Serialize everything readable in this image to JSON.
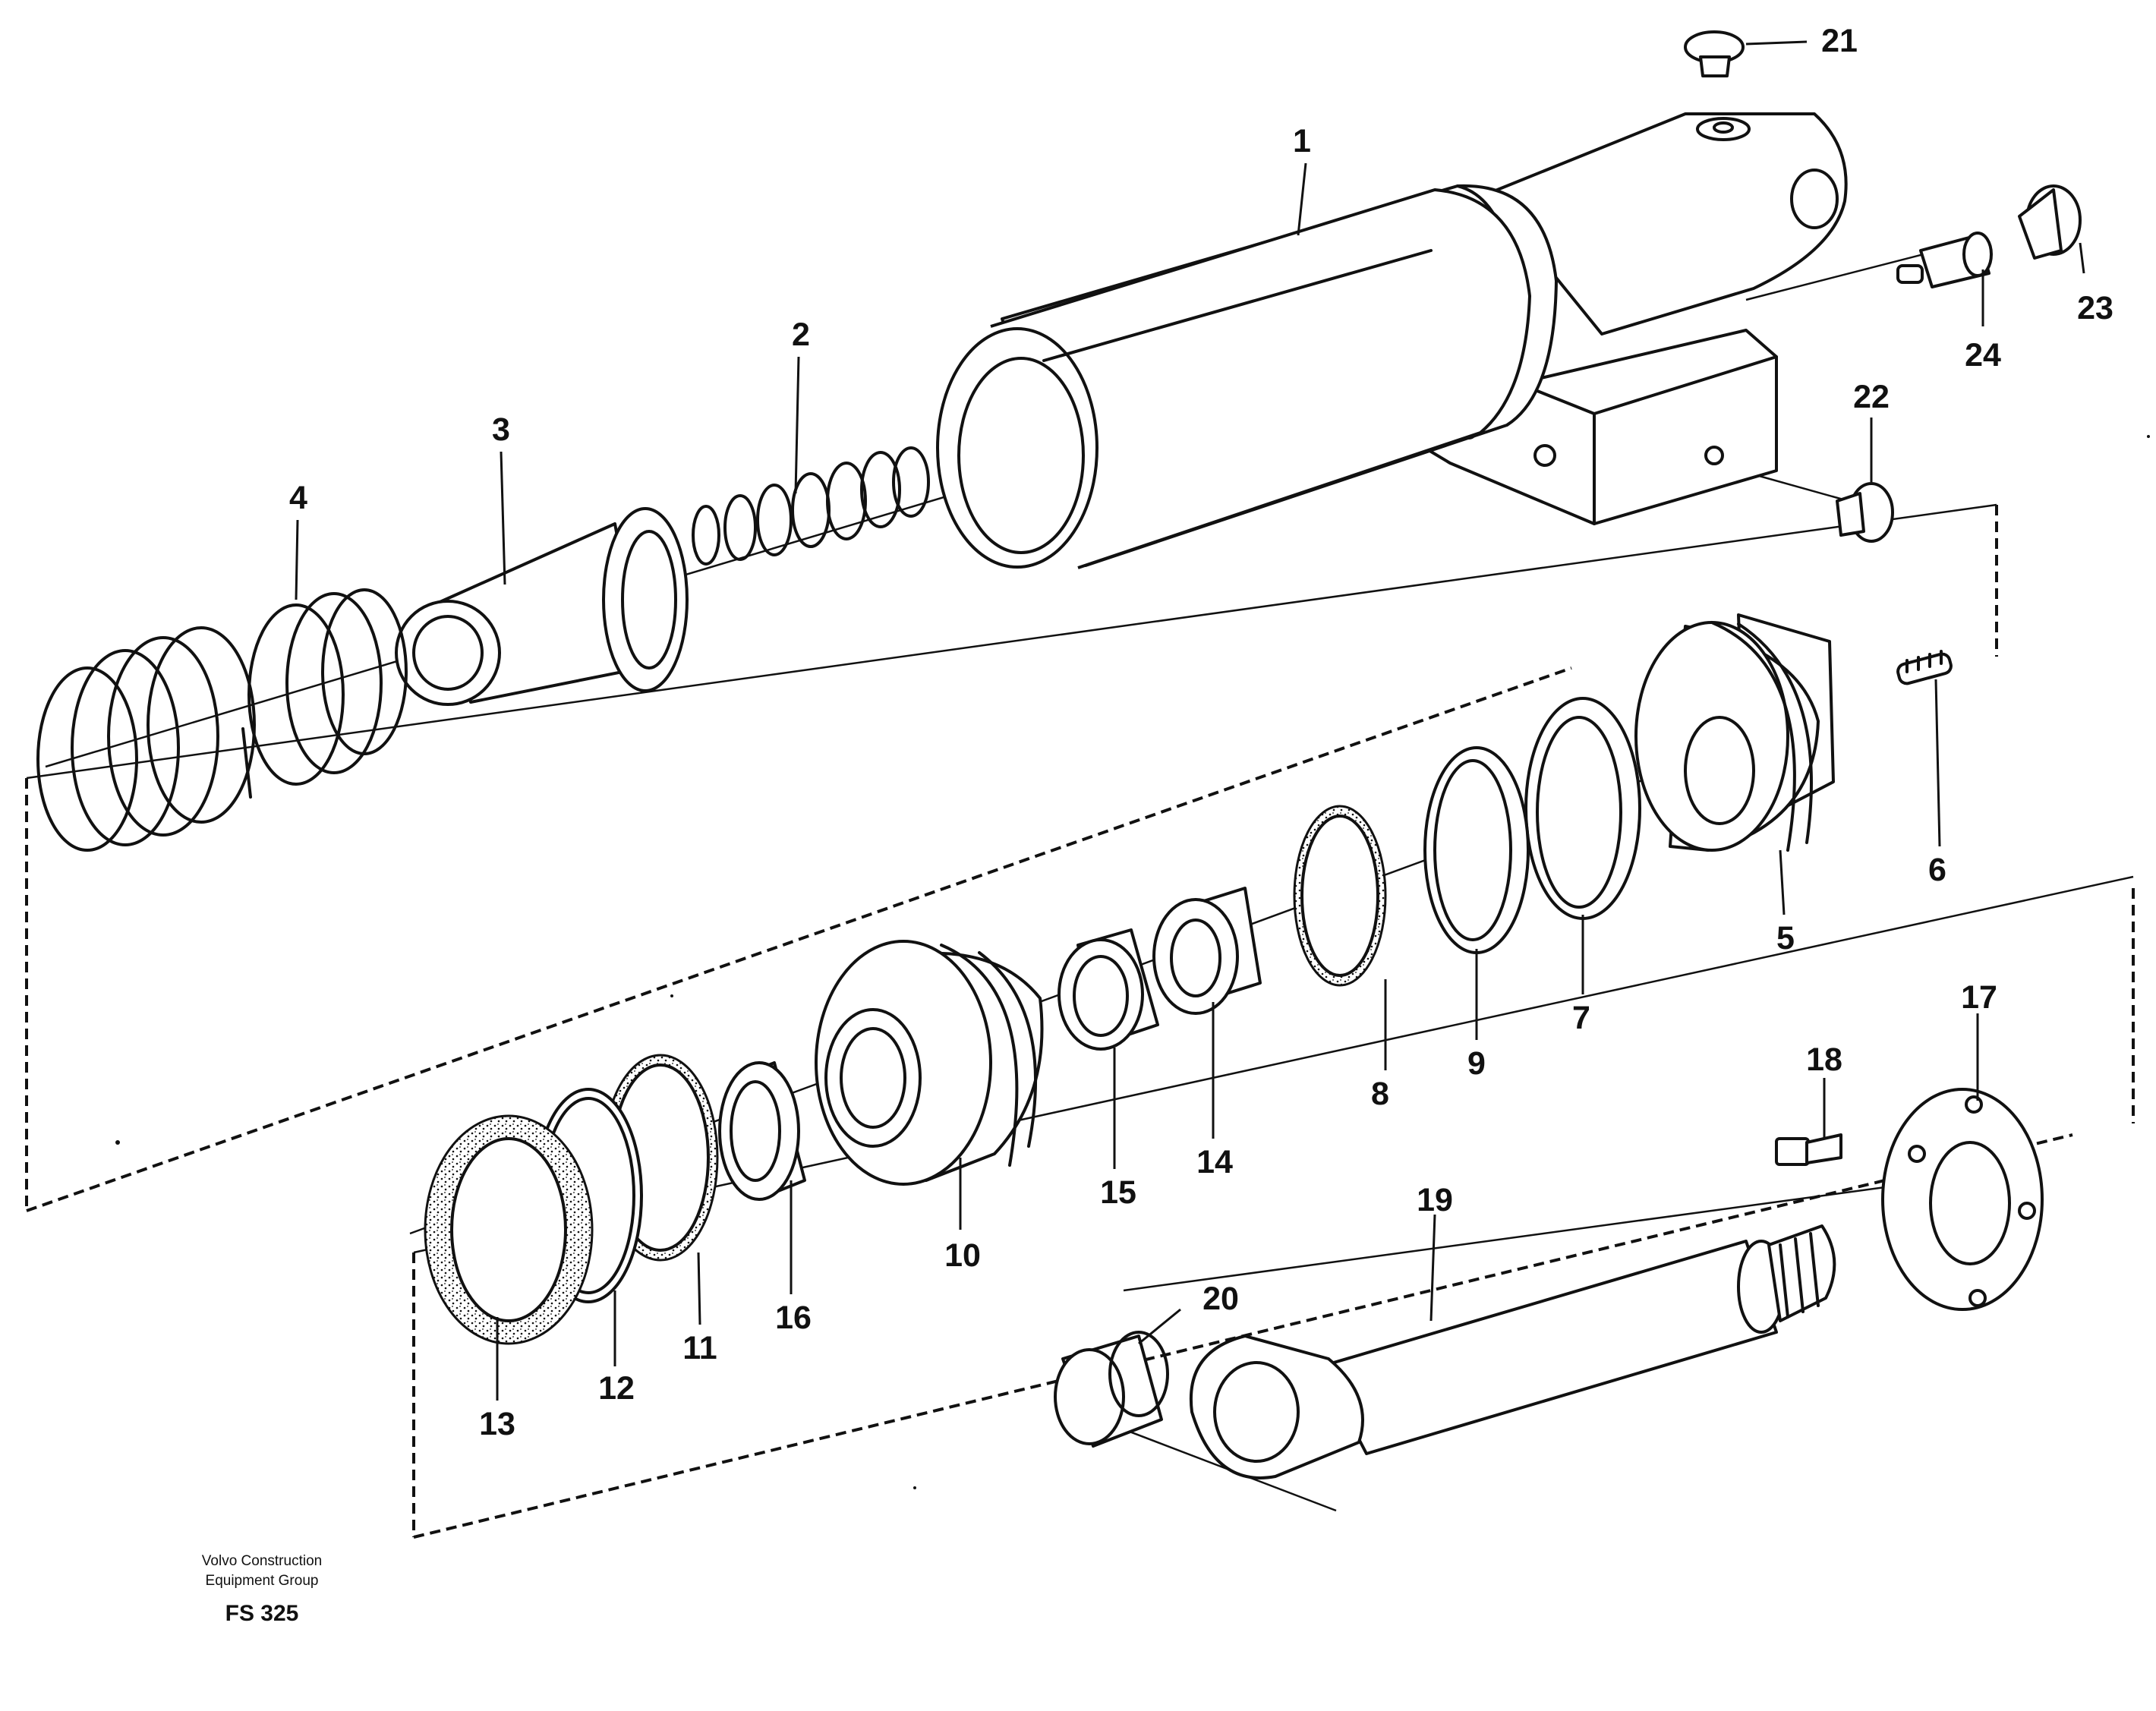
{
  "diagram": {
    "part_labels": {
      "p1": "1",
      "p2": "2",
      "p3": "3",
      "p4": "4",
      "p5": "5",
      "p6": "6",
      "p7": "7",
      "p8": "8",
      "p9": "9",
      "p10": "10",
      "p11": "11",
      "p12": "12",
      "p13": "13",
      "p14": "14",
      "p15": "15",
      "p16": "16",
      "p17": "17",
      "p18": "18",
      "p19": "19",
      "p20": "20",
      "p21": "21",
      "p22": "22",
      "p23": "23",
      "p24": "24"
    },
    "footer": {
      "company_line1": "Volvo Construction",
      "company_line2": "Equipment Group",
      "figure_code": "FS 325"
    }
  }
}
